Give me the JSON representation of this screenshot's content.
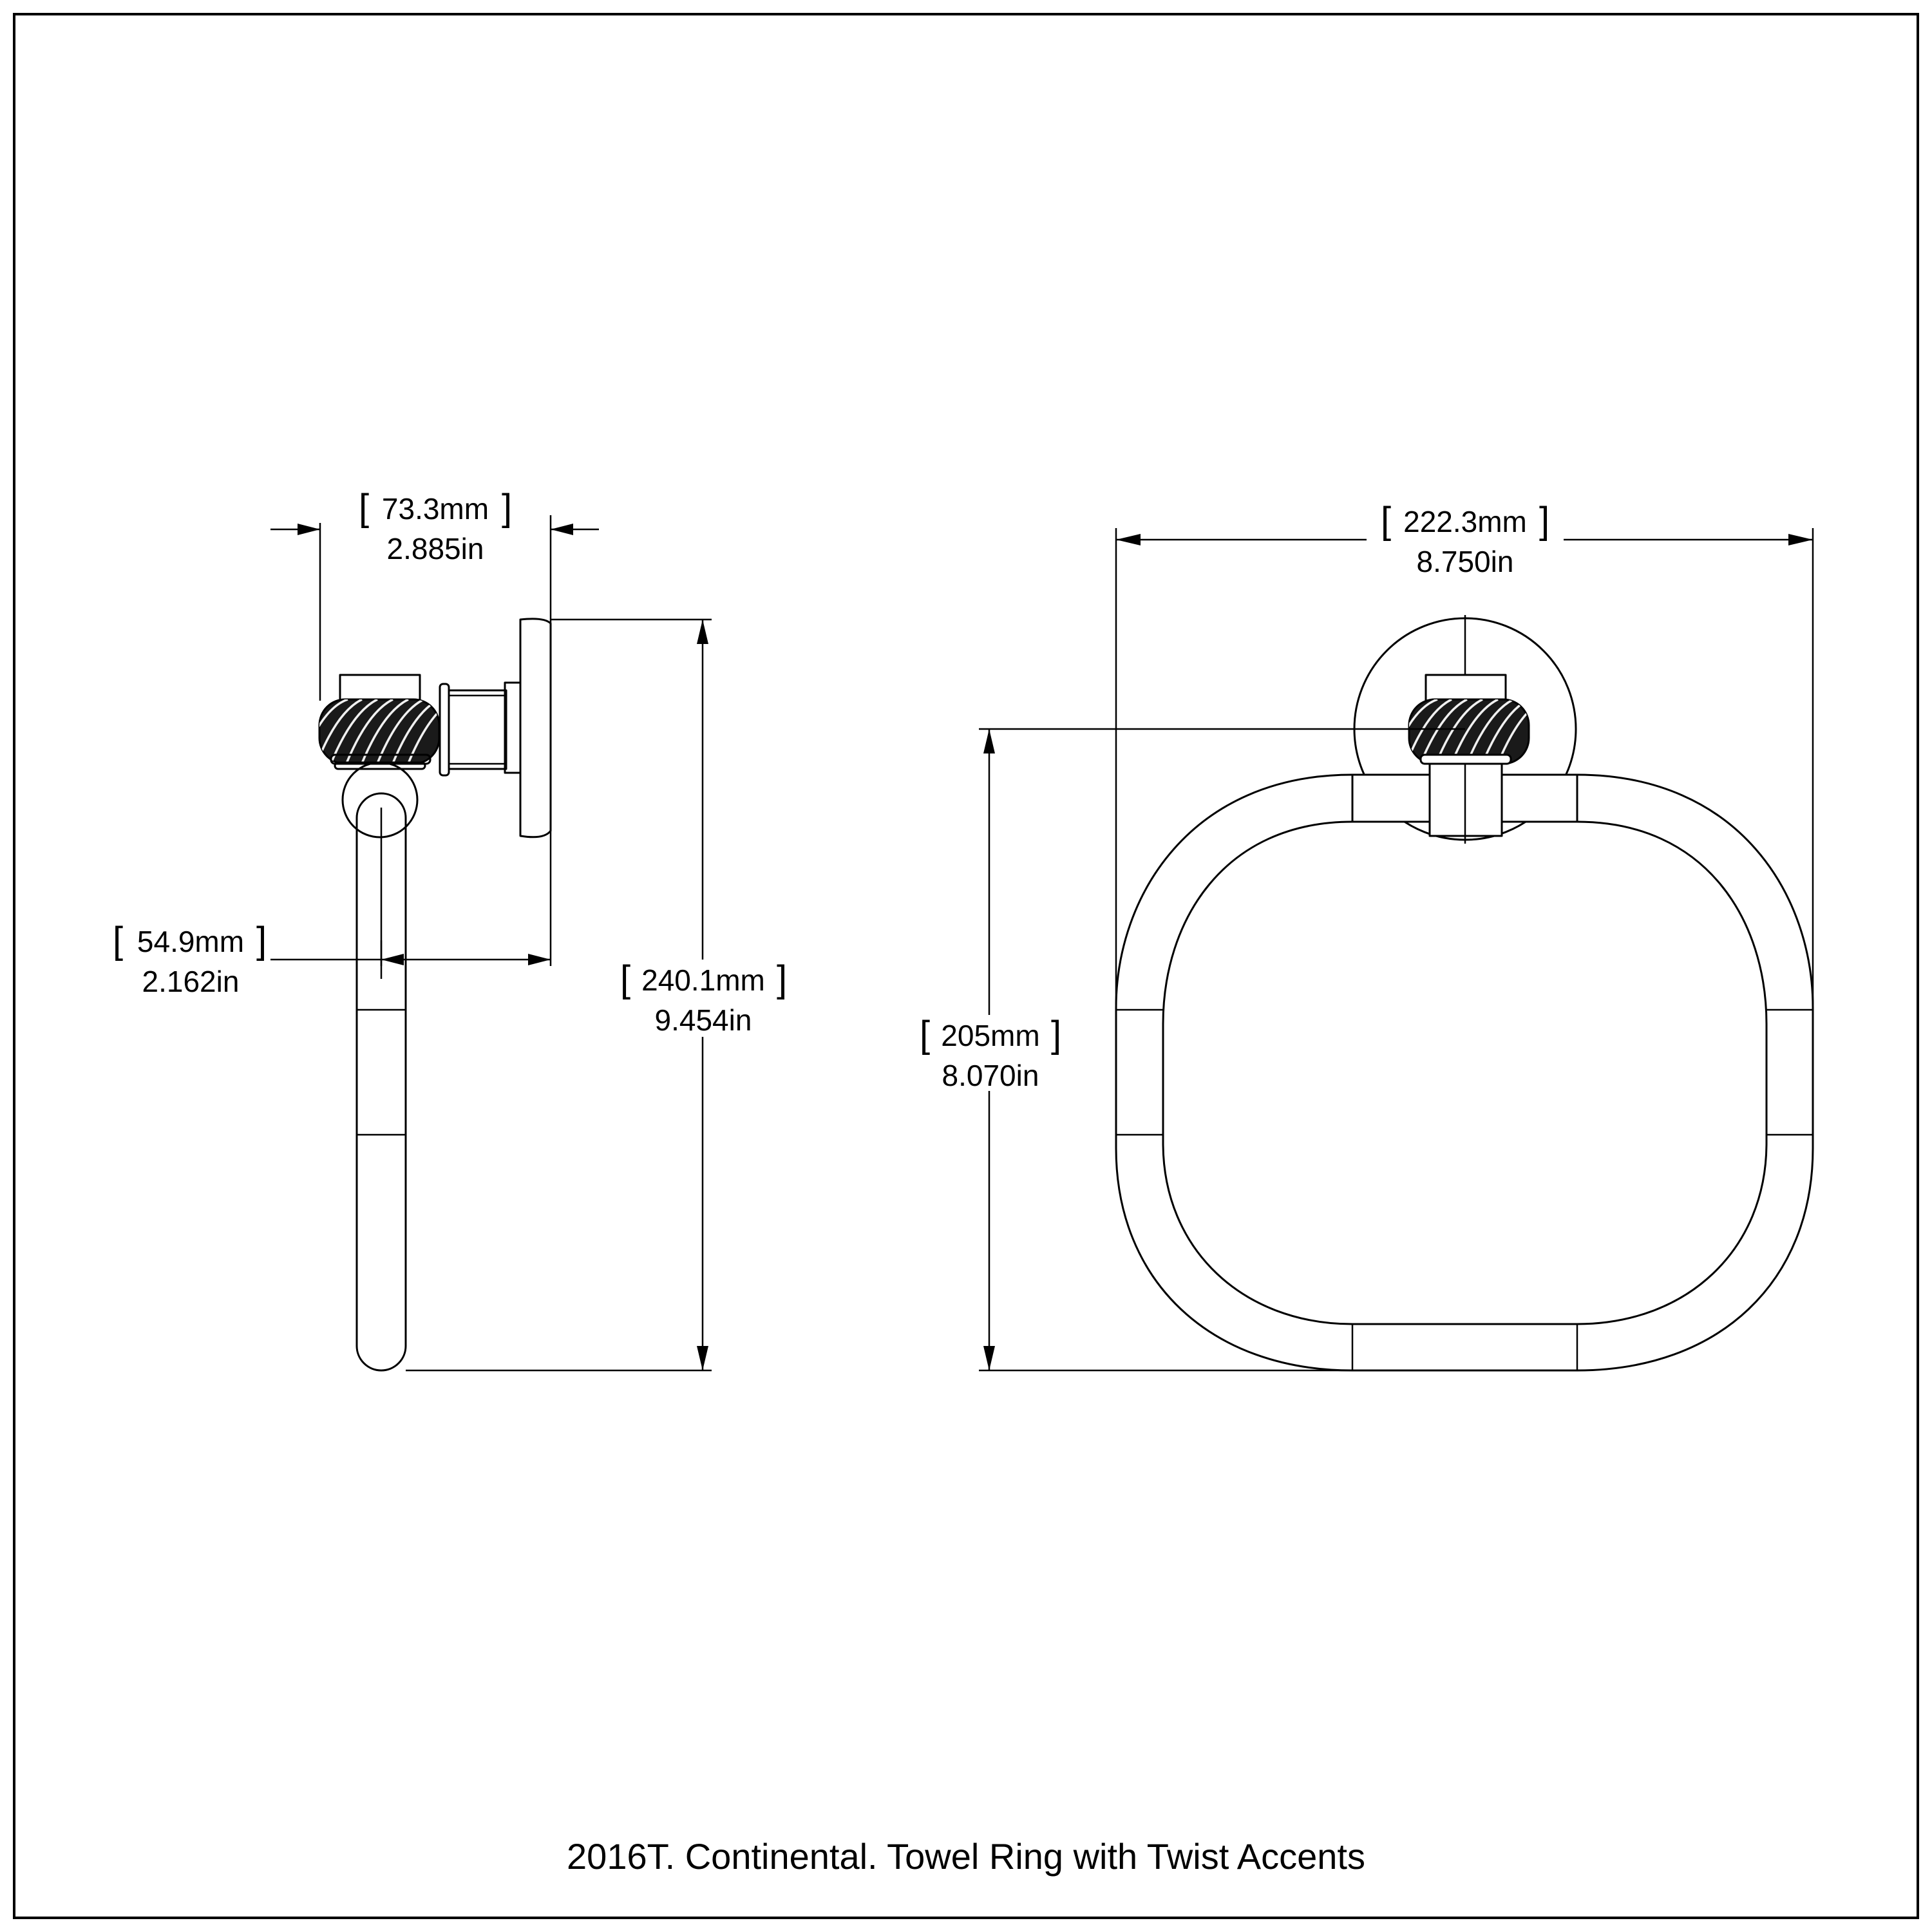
{
  "caption": "2016T. Continental. Towel Ring with Twist Accents",
  "side_view": {
    "depth": {
      "mm": "73.3mm",
      "in": "2.885in"
    },
    "projection": {
      "mm": "54.9mm",
      "in": "2.162in"
    },
    "height": {
      "mm": "240.1mm",
      "in": "9.454in"
    }
  },
  "front_view": {
    "width": {
      "mm": "222.3mm",
      "in": "8.750in"
    },
    "ring_height": {
      "mm": "205mm",
      "in": "8.070in"
    }
  }
}
